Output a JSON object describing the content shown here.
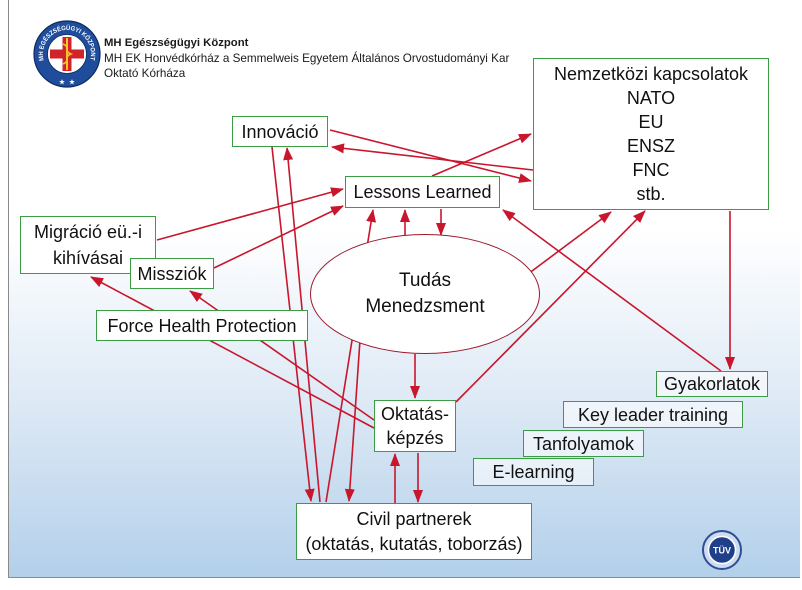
{
  "header": {
    "organization": "MH Egészségügyi Központ",
    "affiliation_line1": "MH EK Honvédkórház a Semmelweis Egyetem Általános Orvostudományi Kar",
    "affiliation_line2": "Oktató Kórháza",
    "logo_lettering": "MH EGÉSZSÉGÜGYI KÖZPONT"
  },
  "diagram": {
    "center": {
      "lines": [
        "Tudás",
        "Menedzsment"
      ]
    },
    "innovation": "Innováció",
    "lessons_learned": "Lessons Learned",
    "international": {
      "lines": [
        "Nemzetközi kapcsolatok",
        "NATO",
        "EU",
        "ENSZ",
        "FNC",
        "stb."
      ]
    },
    "migration": {
      "lines": [
        "Migráció eü.-i",
        "kihívásai"
      ]
    },
    "missions": "Missziók",
    "force_health_protection": "Force Health Protection",
    "education": {
      "lines": [
        "Oktatás-",
        "képzés"
      ]
    },
    "civil_partners": {
      "lines": [
        "Civil partnerek",
        "(oktatás, kutatás, toborzás)"
      ]
    },
    "training_steps": [
      "Gyakorlatok",
      "Key leader training",
      "Tanfolyamok",
      "E-learning"
    ]
  },
  "certification_logo": "TÜV",
  "colors": {
    "arrow": "#c8162d",
    "box_border": "#3c9c45",
    "ellipse_border": "#9d1a2d",
    "background_bottom": "#b3d0ea",
    "logo_blue": "#1f4d9c"
  }
}
